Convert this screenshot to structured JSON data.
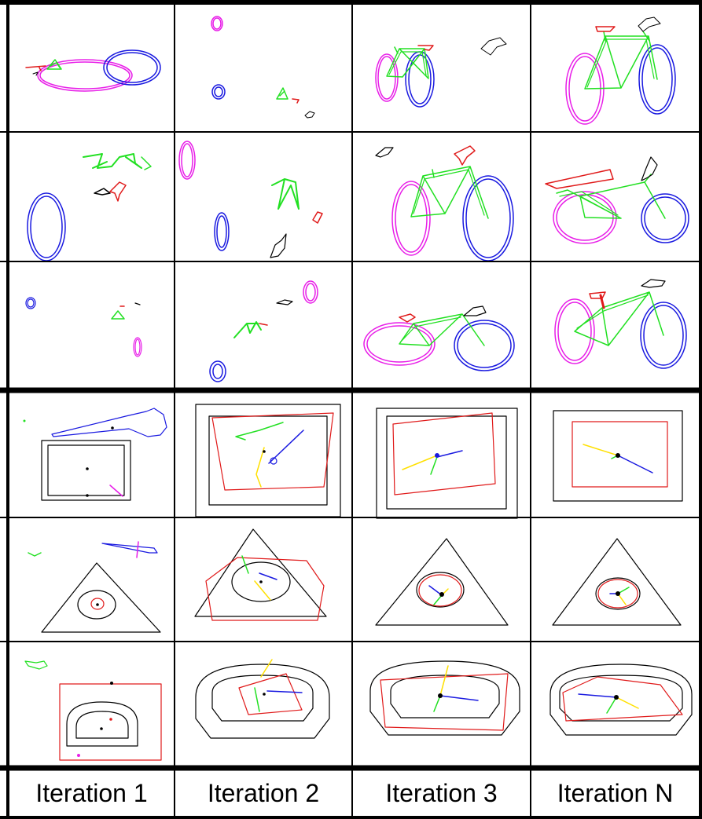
{
  "labels": [
    "Iteration 1",
    "Iteration 2",
    "Iteration 3",
    "Iteration N"
  ],
  "colors": {
    "magenta": "#e81ee8",
    "blue": "#1a1ae0",
    "green": "#22e022",
    "red": "#e01a1a",
    "black": "#000000",
    "yellow": "#ffe000"
  }
}
